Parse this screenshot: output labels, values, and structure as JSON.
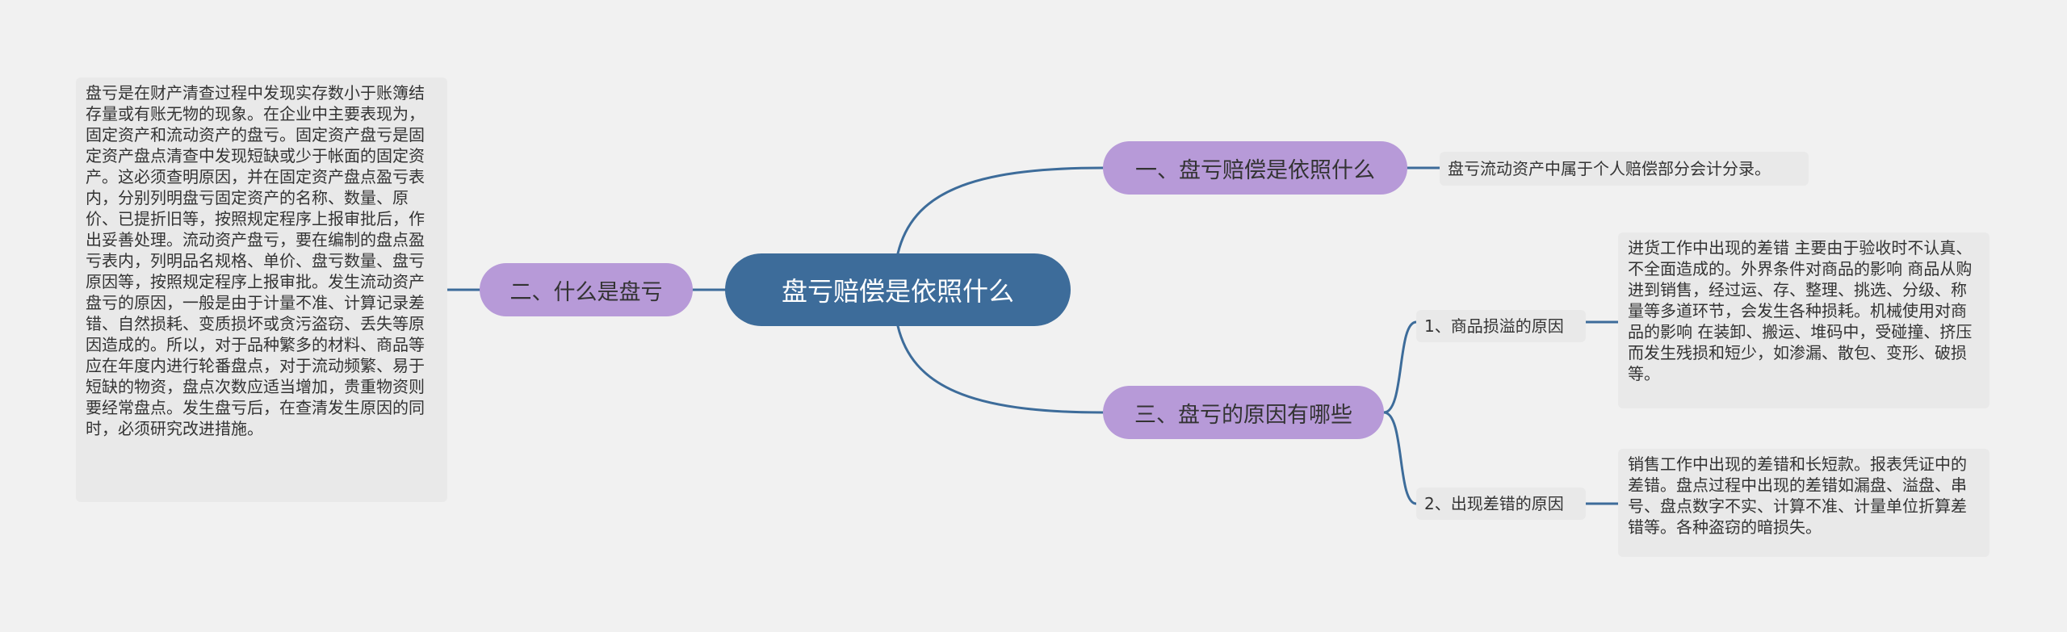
{
  "root": {
    "label": "盘亏赔偿是依照什么"
  },
  "branches": [
    {
      "label": "一、盘亏赔偿是依照什么",
      "children": [
        {
          "text": "盘亏流动资产中属于个人赔偿部分会计分录。"
        }
      ]
    },
    {
      "label": "二、什么是盘亏",
      "children": [
        {
          "text": "盘亏是在财产清查过程中发现实存数小于账簿结存量或有账无物的现象。在企业中主要表现为，固定资产和流动资产的盘亏。固定资产盘亏是固定资产盘点清查中发现短缺或少于帐面的固定资产。这必须查明原因，并在固定资产盘点盈亏表内，分别列明盘亏固定资产的名称、数量、原价、已提折旧等，按照规定程序上报审批后，作出妥善处理。流动资产盘亏，要在编制的盘点盈亏表内，列明品名规格、单价、盘亏数量、盘亏原因等，按照规定程序上报审批。发生流动资产盘亏的原因，一般是由于计量不准、计算记录差错、自然损耗、变质损坏或贪污盗窃、丢失等原因造成的。所以，对于品种繁多的材料、商品等应在年度内进行轮番盘点，对于流动频繁、易于短缺的物资，盘点次数应适当增加，贵重物资则要经常盘点。发生盘亏后，在查清发生原因的同时，必须研究改进措施。"
        }
      ]
    },
    {
      "label": "三、盘亏的原因有哪些",
      "children": [
        {
          "label": "1、商品损溢的原因",
          "text": "进货工作中出现的差错 主要由于验收时不认真、不全面造成的。外界条件对商品的影响 商品从购进到销售，经过运、存、整理、挑选、分级、称量等多道环节，会发生各种损耗。机械使用对商品的影响 在装卸、搬运、堆码中，受碰撞、挤压而发生残损和短少，如渗漏、散包、变形、破损等。"
        },
        {
          "label": "2、出现差错的原因",
          "text": "销售工作中出现的差错和长短款。报表凭证中的差错。盘点过程中出现的差错如漏盘、溢盘、串号、盘点数字不实、计算不准、计量单位折算差错等。各种盗窃的暗损失。"
        }
      ]
    }
  ],
  "colors": {
    "background": "#f1f1f1",
    "root_fill": "#3d6c9a",
    "branch_fill": "#b79ad8",
    "leaf_fill": "#e9e9e9",
    "connector": "#3d6c9a"
  }
}
